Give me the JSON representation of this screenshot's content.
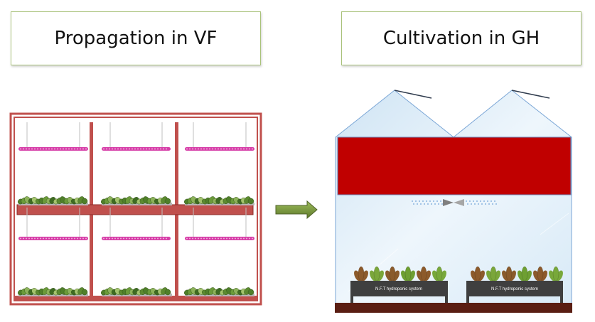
{
  "headers": {
    "left_title": "Propagation in VF",
    "right_title": "Cultivation in GH"
  },
  "greenhouse": {
    "nft_label_left": "N.F.T hydroponic system",
    "nft_label_right": "N.F.T hydroponic system"
  },
  "colors": {
    "frame_red": "#c0504d",
    "frame_dark": "#8b2a27",
    "led_pink": "#d63fa8",
    "screen_red": "#c00000",
    "arrow_green": "#76923c",
    "glass": "#dcecf7",
    "glass_edge": "#7aa6d6",
    "nft_gray": "#3f3f3f",
    "ground_brown": "#5a1e13"
  },
  "icons": [
    "plant-tray",
    "led-bar",
    "spray-nozzle",
    "lettuce-plant",
    "arrow-right"
  ]
}
